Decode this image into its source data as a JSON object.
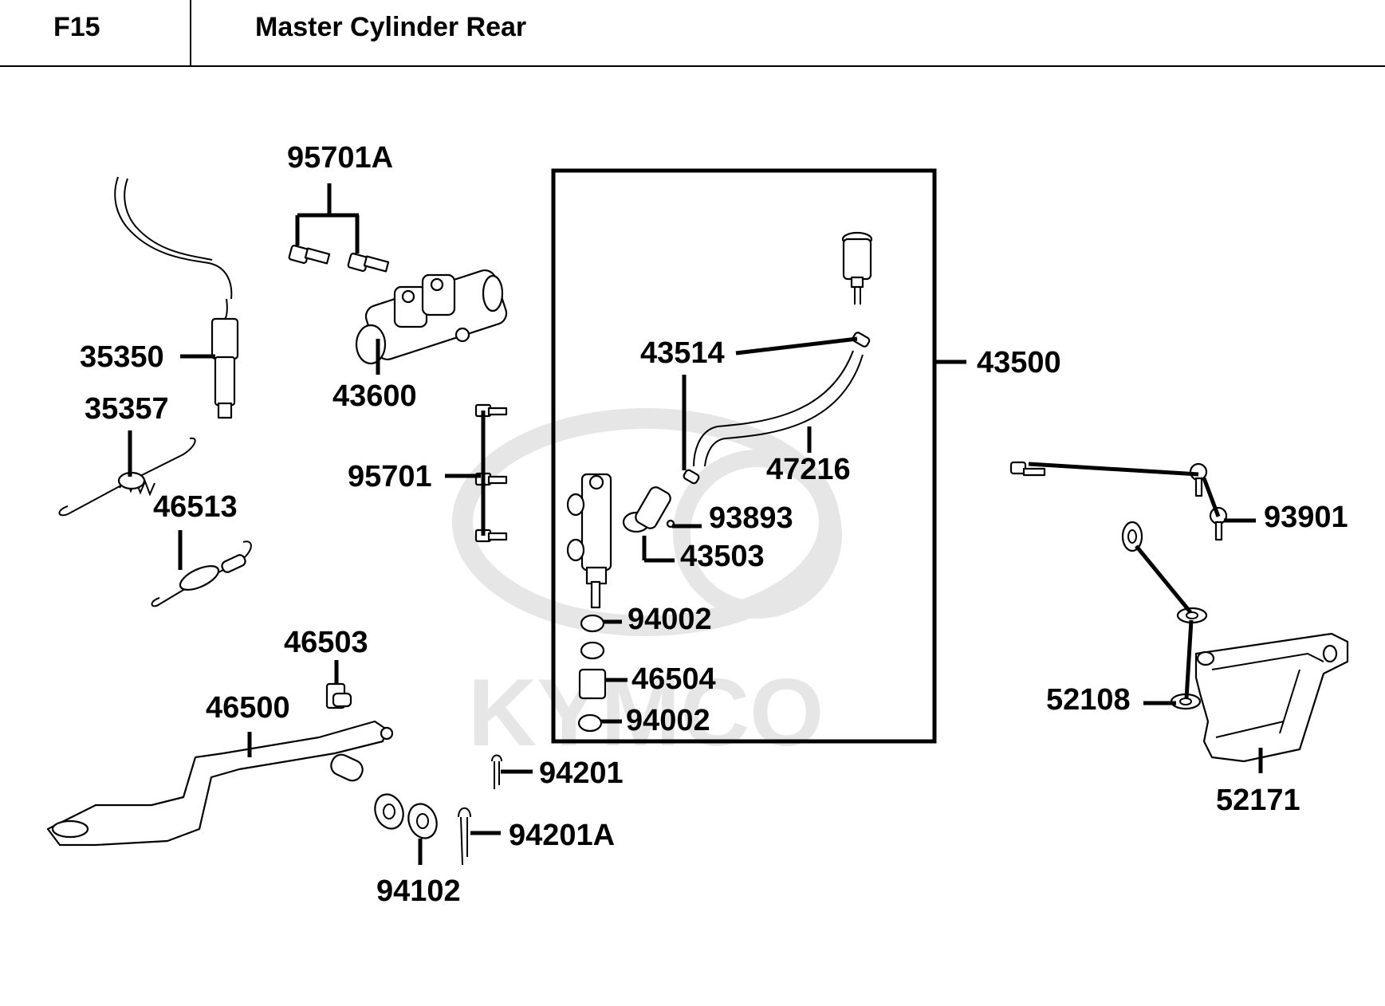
{
  "header": {
    "code": "F15",
    "title": "Master Cylinder Rear"
  },
  "watermark": {
    "brand": "KYMCO"
  },
  "parts": [
    {
      "id": "95701A",
      "label": "95701A"
    },
    {
      "id": "35350",
      "label": "35350"
    },
    {
      "id": "43600",
      "label": "43600"
    },
    {
      "id": "35357",
      "label": "35357"
    },
    {
      "id": "43514",
      "label": "43514"
    },
    {
      "id": "43500",
      "label": "43500"
    },
    {
      "id": "95701",
      "label": "95701"
    },
    {
      "id": "47216",
      "label": "47216"
    },
    {
      "id": "46513",
      "label": "46513"
    },
    {
      "id": "93893",
      "label": "93893"
    },
    {
      "id": "93901",
      "label": "93901"
    },
    {
      "id": "43503",
      "label": "43503"
    },
    {
      "id": "94002a",
      "label": "94002"
    },
    {
      "id": "46503",
      "label": "46503"
    },
    {
      "id": "46504",
      "label": "46504"
    },
    {
      "id": "52108",
      "label": "52108"
    },
    {
      "id": "46500",
      "label": "46500"
    },
    {
      "id": "94002b",
      "label": "94002"
    },
    {
      "id": "94201",
      "label": "94201"
    },
    {
      "id": "52171",
      "label": "52171"
    },
    {
      "id": "94201A",
      "label": "94201A"
    },
    {
      "id": "94102",
      "label": "94102"
    }
  ]
}
